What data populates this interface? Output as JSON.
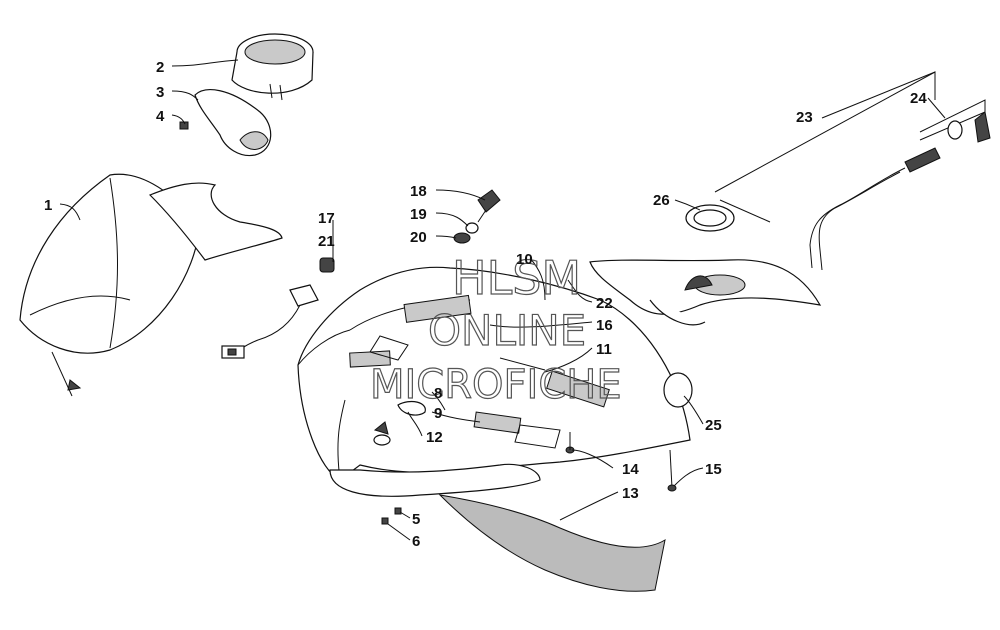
{
  "watermark": {
    "line1": "HLSM",
    "line2": "ONLINE",
    "line3": "MICROFICHE"
  },
  "callouts": {
    "c1": "1",
    "c2": "2",
    "c3": "3",
    "c4": "4",
    "c5": "5",
    "c6": "6",
    "c8": "8",
    "c9": "9",
    "c10": "10",
    "c11": "11",
    "c12": "12",
    "c13": "13",
    "c14": "14",
    "c15": "15",
    "c16": "16",
    "c17": "17",
    "c18": "18",
    "c19": "19",
    "c20": "20",
    "c21": "21",
    "c22": "22",
    "c23": "23",
    "c24": "24",
    "c25": "25",
    "c26": "26"
  }
}
